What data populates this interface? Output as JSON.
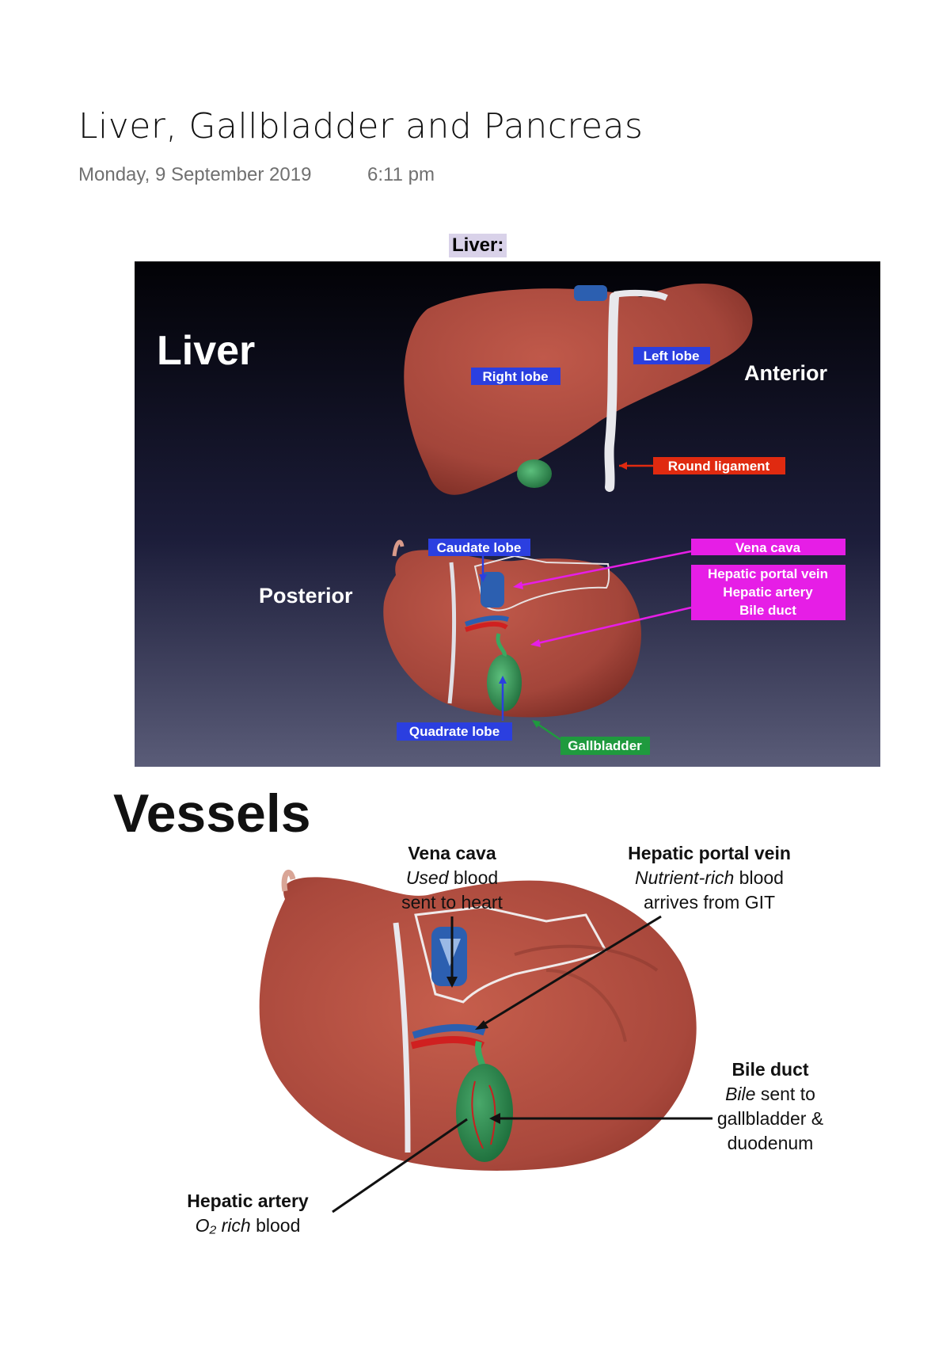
{
  "page": {
    "title": "Liver, Gallbladder and Pancreas",
    "date": "Monday, 9 September 2019",
    "time": "6:11 pm",
    "section_label": "Liver:"
  },
  "figure_liver": {
    "heading": "Liver",
    "view_anterior": "Anterior",
    "view_posterior": "Posterior",
    "labels": {
      "right_lobe": "Right lobe",
      "left_lobe": "Left lobe",
      "round_ligament": "Round ligament",
      "caudate_lobe": "Caudate lobe",
      "vena_cava": "Vena cava",
      "hepatic_portal_vein": "Hepatic portal vein",
      "hepatic_artery": "Hepatic artery",
      "bile_duct": "Bile duct",
      "quadrate_lobe": "Quadrate lobe",
      "gallbladder": "Gallbladder"
    }
  },
  "figure_vessels": {
    "heading": "Vessels",
    "vena_cava": {
      "title": "Vena cava",
      "em": "Used",
      "rest": " blood",
      "line2": "sent to heart"
    },
    "portal_vein": {
      "title": "Hepatic portal vein",
      "em": "Nutrient-rich",
      "rest": " blood",
      "line2": "arrives from GIT"
    },
    "bile_duct": {
      "title": "Bile duct",
      "em": "Bile",
      "rest": " sent to",
      "line2": "gallbladder &",
      "line3": "duodenum"
    },
    "hepatic_artery": {
      "title": "Hepatic artery",
      "em": "O₂ rich",
      "rest": " blood"
    }
  },
  "colors": {
    "label_blue": "#2b3fe0",
    "label_red": "#e02a10",
    "label_magenta": "#e61ee6",
    "label_green": "#1f9a3e",
    "liver": "#a9483c"
  }
}
